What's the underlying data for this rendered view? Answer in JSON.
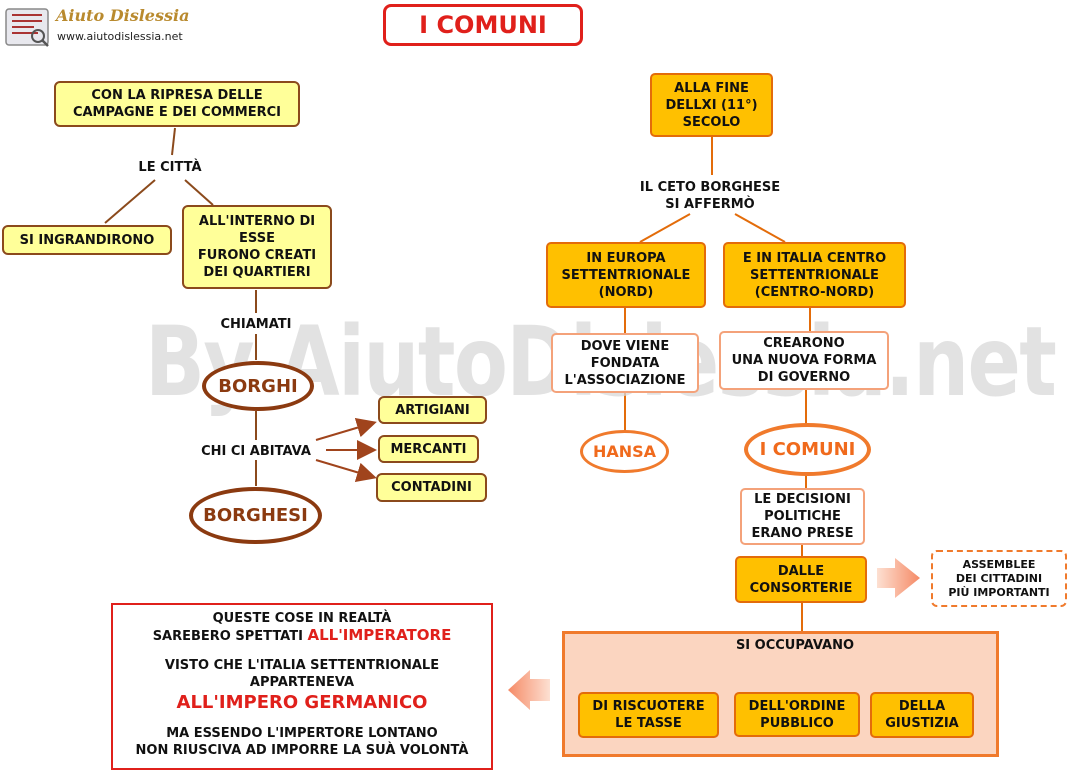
{
  "header": {
    "logo_text": "Aiuto Dislessia",
    "logo_url": "www.aiutodislessia.net",
    "title": "I COMUNI"
  },
  "watermark": "By AiutoDislessia.net",
  "left_map": {
    "start": "CON LA RIPRESA DELLE\nCAMPAGNE E DEI COMMERCI",
    "cities": "LE CITTÀ",
    "grew": "SI INGRANDIRONO",
    "inside": "ALL'INTERNO DI\nESSE\nFURONO CREATI\nDEI QUARTIERI",
    "called": "CHIAMATI",
    "borghi": "BORGHI",
    "who_lived": "CHI CI ABITAVA",
    "borghesi": "BORGHESI",
    "inhabitants": [
      "ARTIGIANI",
      "MERCANTI",
      "CONTADINI"
    ]
  },
  "right_map": {
    "end_century": "ALLA FINE\nDELLXI (11°)\nSECOLO",
    "bourgeois": "IL CETO BORGHESE\nSI AFFERMÒ",
    "north_europe": "IN EUROPA\nSETTENTRIONALE\n(NORD)",
    "italy": "E IN ITALIA CENTRO\nSETTENTRIONALE\n(CENTRO-NORD)",
    "association": "DOVE VIENE\nFONDATA\nL'ASSOCIAZIONE",
    "new_form": "CREARONO\nUNA NUOVA FORMA\nDI GOVERNO",
    "hansa": "HANSA",
    "comuni": "I COMUNI",
    "decisions": "LE DECISIONI\nPOLITICHE\nERANO PRESE",
    "consorterie": "DALLE\nCONSORTERIE",
    "assemblies": "ASSEMBLEE\nDEI CITTADINI\nPIÙ IMPORTANTI",
    "dealt_with": "SI OCCUPAVANO",
    "duties": [
      "DI RISCUOTERE\nLE TASSE",
      "DELL'ORDINE\nPUBBLICO",
      "DELLA\nGIUSTIZIA"
    ]
  },
  "note": {
    "line1": "QUESTE COSE IN REALTÀ",
    "line2_pre": "SAREBERO SPETTATI ",
    "line2_red": "ALL'IMPERATORE",
    "line3": "VISTO CHE L'ITALIA SETTENTRIONALE\nAPPARTENEVA",
    "line4_red": "ALL'IMPERO GERMANICO",
    "line5": "MA ESSENDO L'IMPERTORE LONTANO\nNON RIUSCIVA AD IMPORRE LA SUÀ VOLONTÀ"
  },
  "colors": {
    "yellow_fill": "#ffff99",
    "brown": "#8b4a1c",
    "orange_fill": "#ffc000",
    "orange_line": "#e36c0a",
    "salmon": "#f4a27a",
    "pink_fill": "#fbd5c0",
    "red": "#e0201b"
  }
}
